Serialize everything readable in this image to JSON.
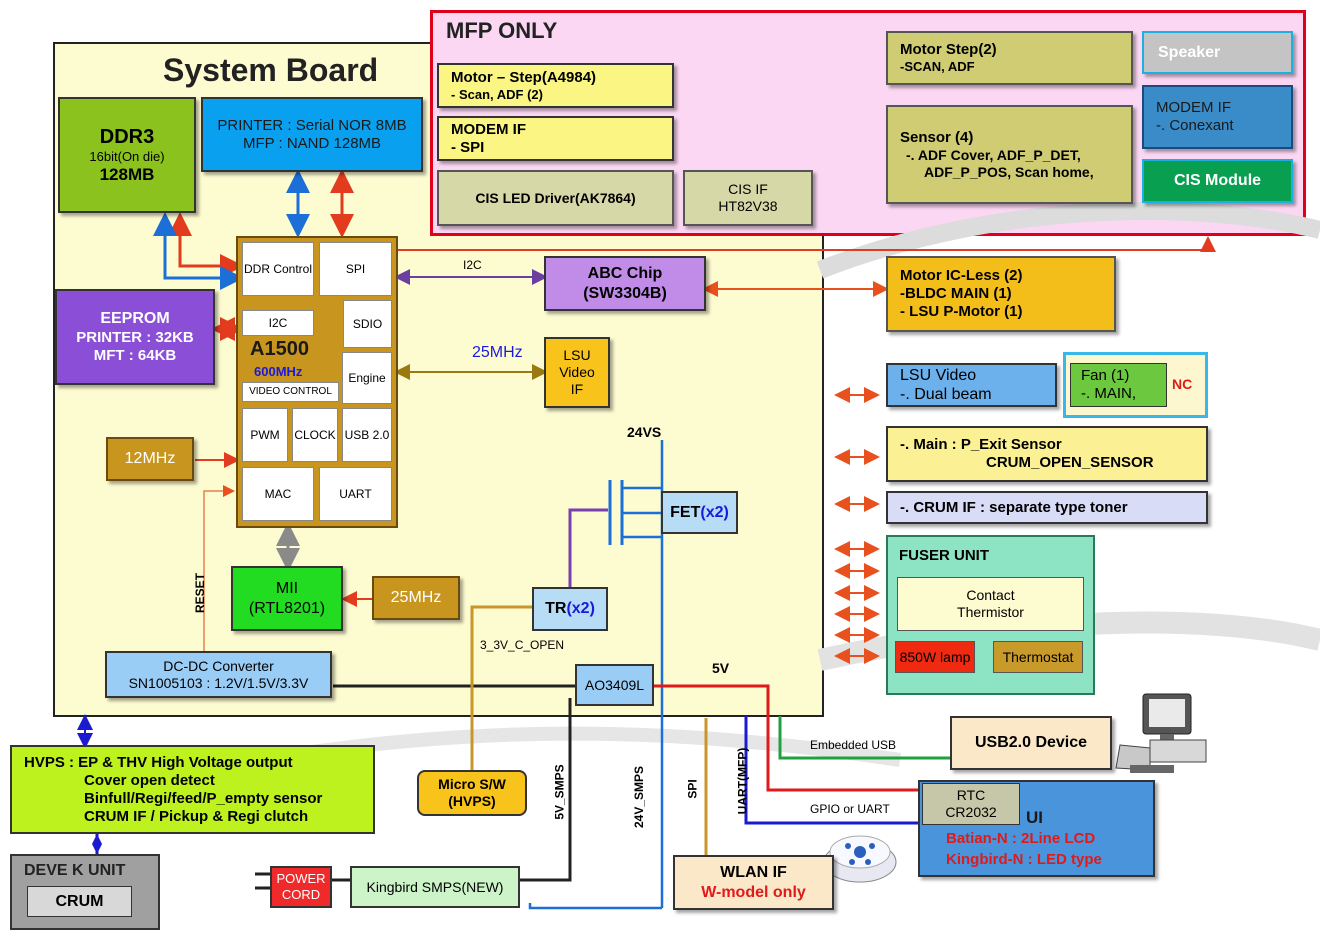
{
  "titles": {
    "mfp_only": "MFP ONLY",
    "system_board": "System Board"
  },
  "colors": {
    "mfp_border": "#e0001a",
    "mfp_fill": "#fbd7f3",
    "board_fill": "#fdfbd0"
  },
  "ddr3": {
    "line1": "DDR3",
    "line2": "16bit(On die)",
    "line3": "128MB"
  },
  "flash": {
    "line1": "PRINTER : Serial NOR 8MB",
    "line2": "MFP : NAND 128MB"
  },
  "eeprom": {
    "line1": "EEPROM",
    "line2": "PRINTER : 32KB",
    "line3": "MFT : 64KB"
  },
  "soc": {
    "ddr_control": "DDR Control",
    "spi": "SPI",
    "i2c": "I2C",
    "sdio": "SDIO",
    "name": "A1500",
    "freq": "600MHz",
    "engine": "Engine",
    "video_control": "VIDEO CONTROL",
    "pwm": "PWM",
    "clock": "CLOCK",
    "usb": "USB 2.0",
    "mac": "MAC",
    "uart": "UART"
  },
  "clk12": "12MHz",
  "clk25a": "25MHz",
  "clk25b": "25MHz",
  "mii": {
    "line1": "MII",
    "line2": "(RTL8201)"
  },
  "reset": "RESET",
  "dcdc": {
    "line1": "DC-DC Converter",
    "line2": "SN1005103 : 1.2V/1.5V/3.3V"
  },
  "abc": {
    "line1": "ABC Chip",
    "line2": "(SW3304B)"
  },
  "i2c_bus": "I2C",
  "lsu_if": {
    "line1": "LSU",
    "line2": "Video",
    "line3": "IF"
  },
  "vs24": "24VS",
  "fet": {
    "name": "FET",
    "count": "(x2)"
  },
  "tr": {
    "name": "TR",
    "count": "(x2)"
  },
  "v33open": "3_3V_C_OPEN",
  "ao3409": "AO3409L",
  "v5": "5V",
  "mfp": {
    "motor_step": {
      "line1": "Motor – Step(A4984)",
      "line2": "- Scan, ADF  (2)"
    },
    "modem_if": {
      "line1": "MODEM IF",
      "line2": "- SPI"
    },
    "cis_led": "CIS LED Driver(AK7864)",
    "cis_if": {
      "line1": "CIS IF",
      "line2": "HT82V38"
    },
    "motor_step2": {
      "line1": "Motor Step(2)",
      "line2": "-SCAN, ADF"
    },
    "speaker": "Speaker",
    "sensor": {
      "line1": "Sensor (4)",
      "line2": "-. ADF Cover, ADF_P_DET,",
      "line3": "ADF_P_POS, Scan home,"
    },
    "modem_if_r": {
      "line1": "MODEM IF",
      "line2": "-. Conexant"
    },
    "cis_module": "CIS Module"
  },
  "motor_icless": {
    "line1": "Motor IC-Less (2)",
    "line2": "-BLDC MAIN (1)",
    "line3": "- LSU P-Motor (1)"
  },
  "lsu_video": {
    "line1": "LSU Video",
    "line2": "-. Dual beam"
  },
  "fan": {
    "line1": "Fan (1)",
    "line2": "-. MAIN,",
    "nc": "NC"
  },
  "main_sensor": {
    "line1": "-. Main :   P_Exit Sensor",
    "line2": "CRUM_OPEN_SENSOR"
  },
  "crum_if": "-. CRUM IF : separate type toner",
  "fuser": {
    "title": "FUSER UNIT",
    "thermistor1": "Contact",
    "thermistor2": "Thermistor",
    "lamp": "850W lamp",
    "thermostat": "Thermostat"
  },
  "hvps": {
    "line1": "HVPS : EP & THV High Voltage output",
    "line2": "Cover open detect",
    "line3": "Binfull/Regi/feed/P_empty sensor",
    "line4": "CRUM IF / Pickup & Regi clutch"
  },
  "deve": {
    "title": "DEVE K UNIT",
    "crum": "CRUM"
  },
  "micro_sw": {
    "line1": "Micro S/W",
    "line2": "(HVPS)"
  },
  "power_cord": {
    "line1": "POWER",
    "line2": "CORD"
  },
  "smps": "Kingbird SMPS(NEW)",
  "v5_smps": "5V_SMPS",
  "v24_smps": "24V_SMPS",
  "spi_wire": "SPI",
  "uart_mfp": "UART(MFP)",
  "embedded_usb": "Embedded USB",
  "usb_device": "USB2.0 Device",
  "gpio_uart": "GPIO or UART",
  "wlan": {
    "line1": "WLAN IF",
    "line2": "W-model only"
  },
  "ui": {
    "rtc1": "RTC",
    "rtc2": "CR2032",
    "title": "UI",
    "line1": "Batian-N : 2Line LCD",
    "line2": "Kingbird-N : LED type"
  }
}
